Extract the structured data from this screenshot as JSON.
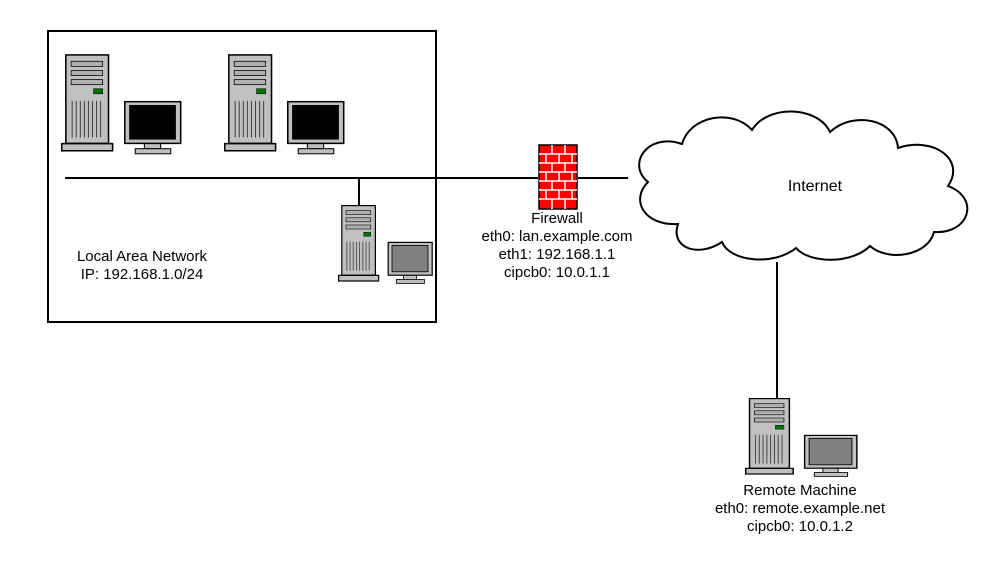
{
  "diagram": {
    "lan": {
      "title": "Local Area Network",
      "ip": "IP: 192.168.1.0/24"
    },
    "firewall": {
      "title": "Firewall",
      "eth0": "eth0: lan.example.com",
      "eth1": "eth1: 192.168.1.1",
      "cipcb0": "cipcb0: 10.0.1.1"
    },
    "internet": {
      "label": "Internet"
    },
    "remote": {
      "title": "Remote Machine",
      "eth0": "eth0: remote.example.net",
      "cipcb0": "cipcb0: 10.0.1.2"
    },
    "icons": {
      "workstation": "desktop-computer-icon",
      "firewall": "firewall-brick-icon",
      "internet": "cloud-icon"
    },
    "colors": {
      "background": "#ffffff",
      "outline": "#000000",
      "firewall_brick": "#ff0000",
      "firewall_mortar": "#ffffff",
      "computer_body": "#c0c0c0",
      "screen_dark": "#000000",
      "screen_gray": "#808080"
    }
  }
}
